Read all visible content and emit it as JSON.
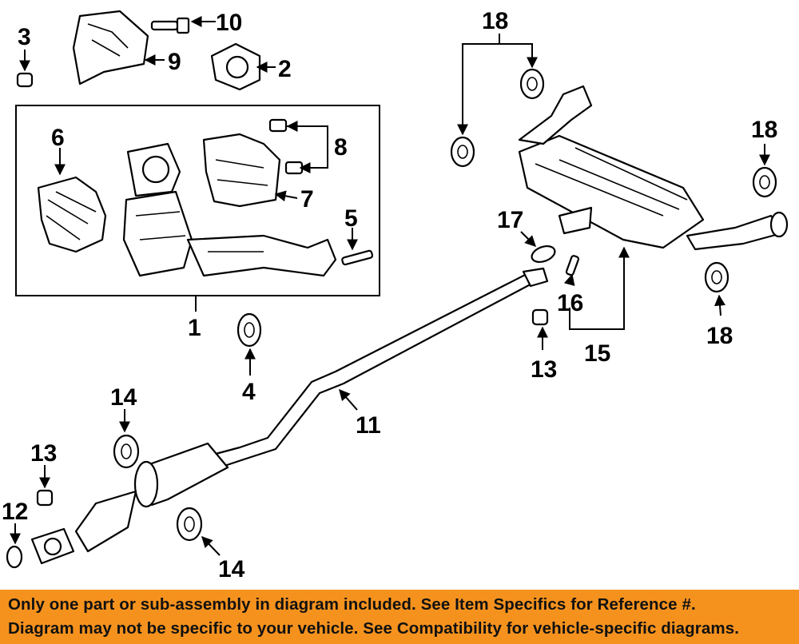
{
  "diagram": {
    "callouts": {
      "c1": "1",
      "c2": "2",
      "c3": "3",
      "c4": "4",
      "c5": "5",
      "c6": "6",
      "c7": "7",
      "c8": "8",
      "c9": "9",
      "c10": "10",
      "c11": "11",
      "c12": "12",
      "c13a": "13",
      "c13b": "13",
      "c14a": "14",
      "c14b": "14",
      "c15": "15",
      "c16": "16",
      "c17": "17",
      "c18a": "18",
      "c18b": "18",
      "c18c": "18"
    }
  },
  "banner": {
    "line1": "Only one part or sub-assembly in diagram included. See Item Specifics for Reference #.",
    "line2": "Diagram may not be specific to your vehicle. See Compatibility for vehicle-specific diagrams.",
    "background_color": "#f5921e"
  }
}
